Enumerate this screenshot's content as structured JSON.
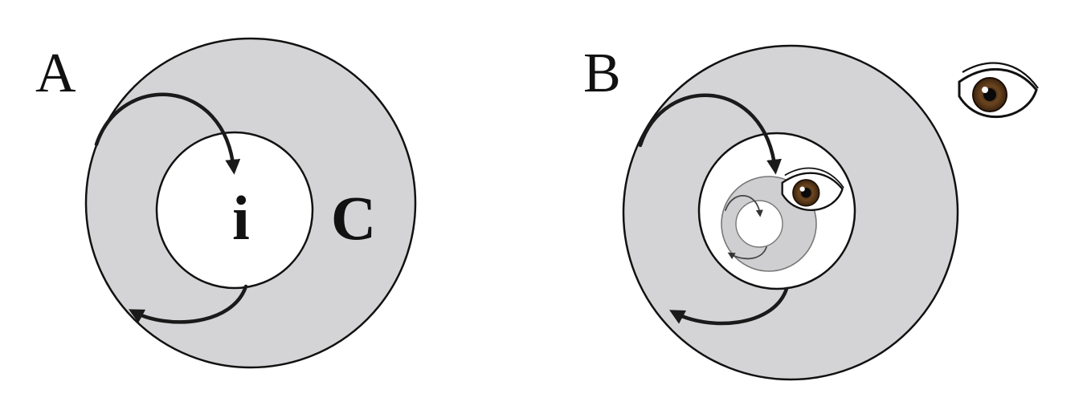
{
  "panels": [
    {
      "label": "A",
      "inner_label": "i",
      "ring_label": "C"
    },
    {
      "label": "B"
    }
  ],
  "colors": {
    "ring_fill": "#d4d4d6",
    "inner_fill": "#ffffff",
    "stroke": "#111111",
    "nested_ring_fill": "#cfcfd1"
  },
  "icons": [
    "eye-icon",
    "arrow-icon"
  ]
}
